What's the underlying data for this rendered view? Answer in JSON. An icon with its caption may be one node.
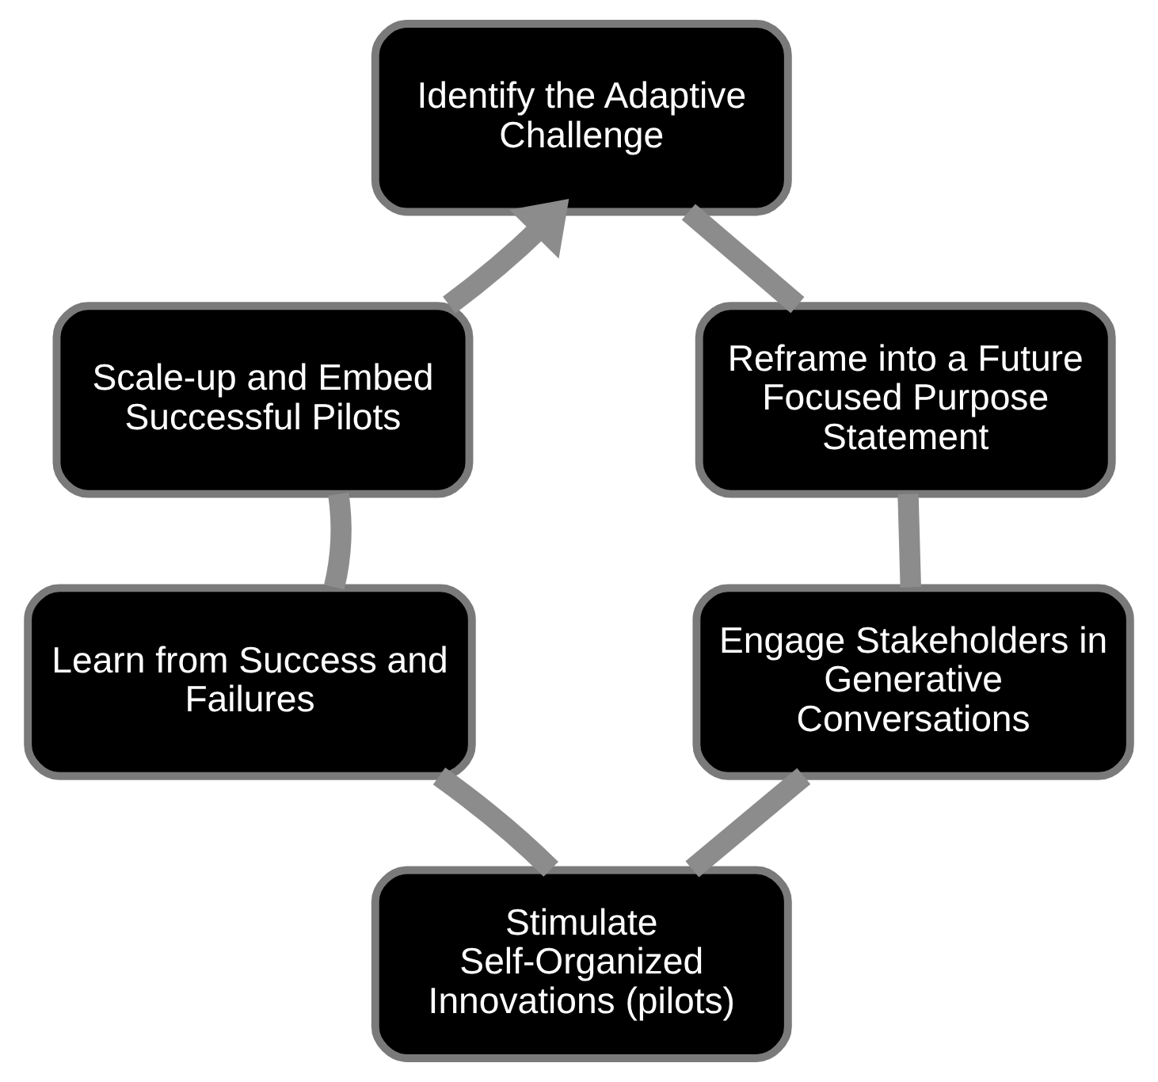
{
  "diagram": {
    "nodes": [
      {
        "text": [
          "Identify the Adaptive Challenge"
        ]
      },
      {
        "text": [
          "Reframe into a Future Focused Purpose Statement"
        ]
      },
      {
        "text": [
          "Engage Stakeholders in Generative Conversations"
        ]
      },
      {
        "text": [
          "Stimulate Self-Organized Innovations (pilots)"
        ]
      },
      {
        "text": [
          "Learn from Success and Failures"
        ]
      },
      {
        "text": [
          "Scale-up and Embed Successful Pilots"
        ]
      }
    ],
    "edges": [
      {
        "from": 0,
        "to": 1,
        "arrow": "none"
      },
      {
        "from": 1,
        "to": 2,
        "arrow": "none"
      },
      {
        "from": 2,
        "to": 3,
        "arrow": "none"
      },
      {
        "from": 3,
        "to": 4,
        "arrow": "none"
      },
      {
        "from": 4,
        "to": 5,
        "arrow": "none"
      },
      {
        "from": 5,
        "to": 0,
        "arrow": "to"
      }
    ]
  }
}
